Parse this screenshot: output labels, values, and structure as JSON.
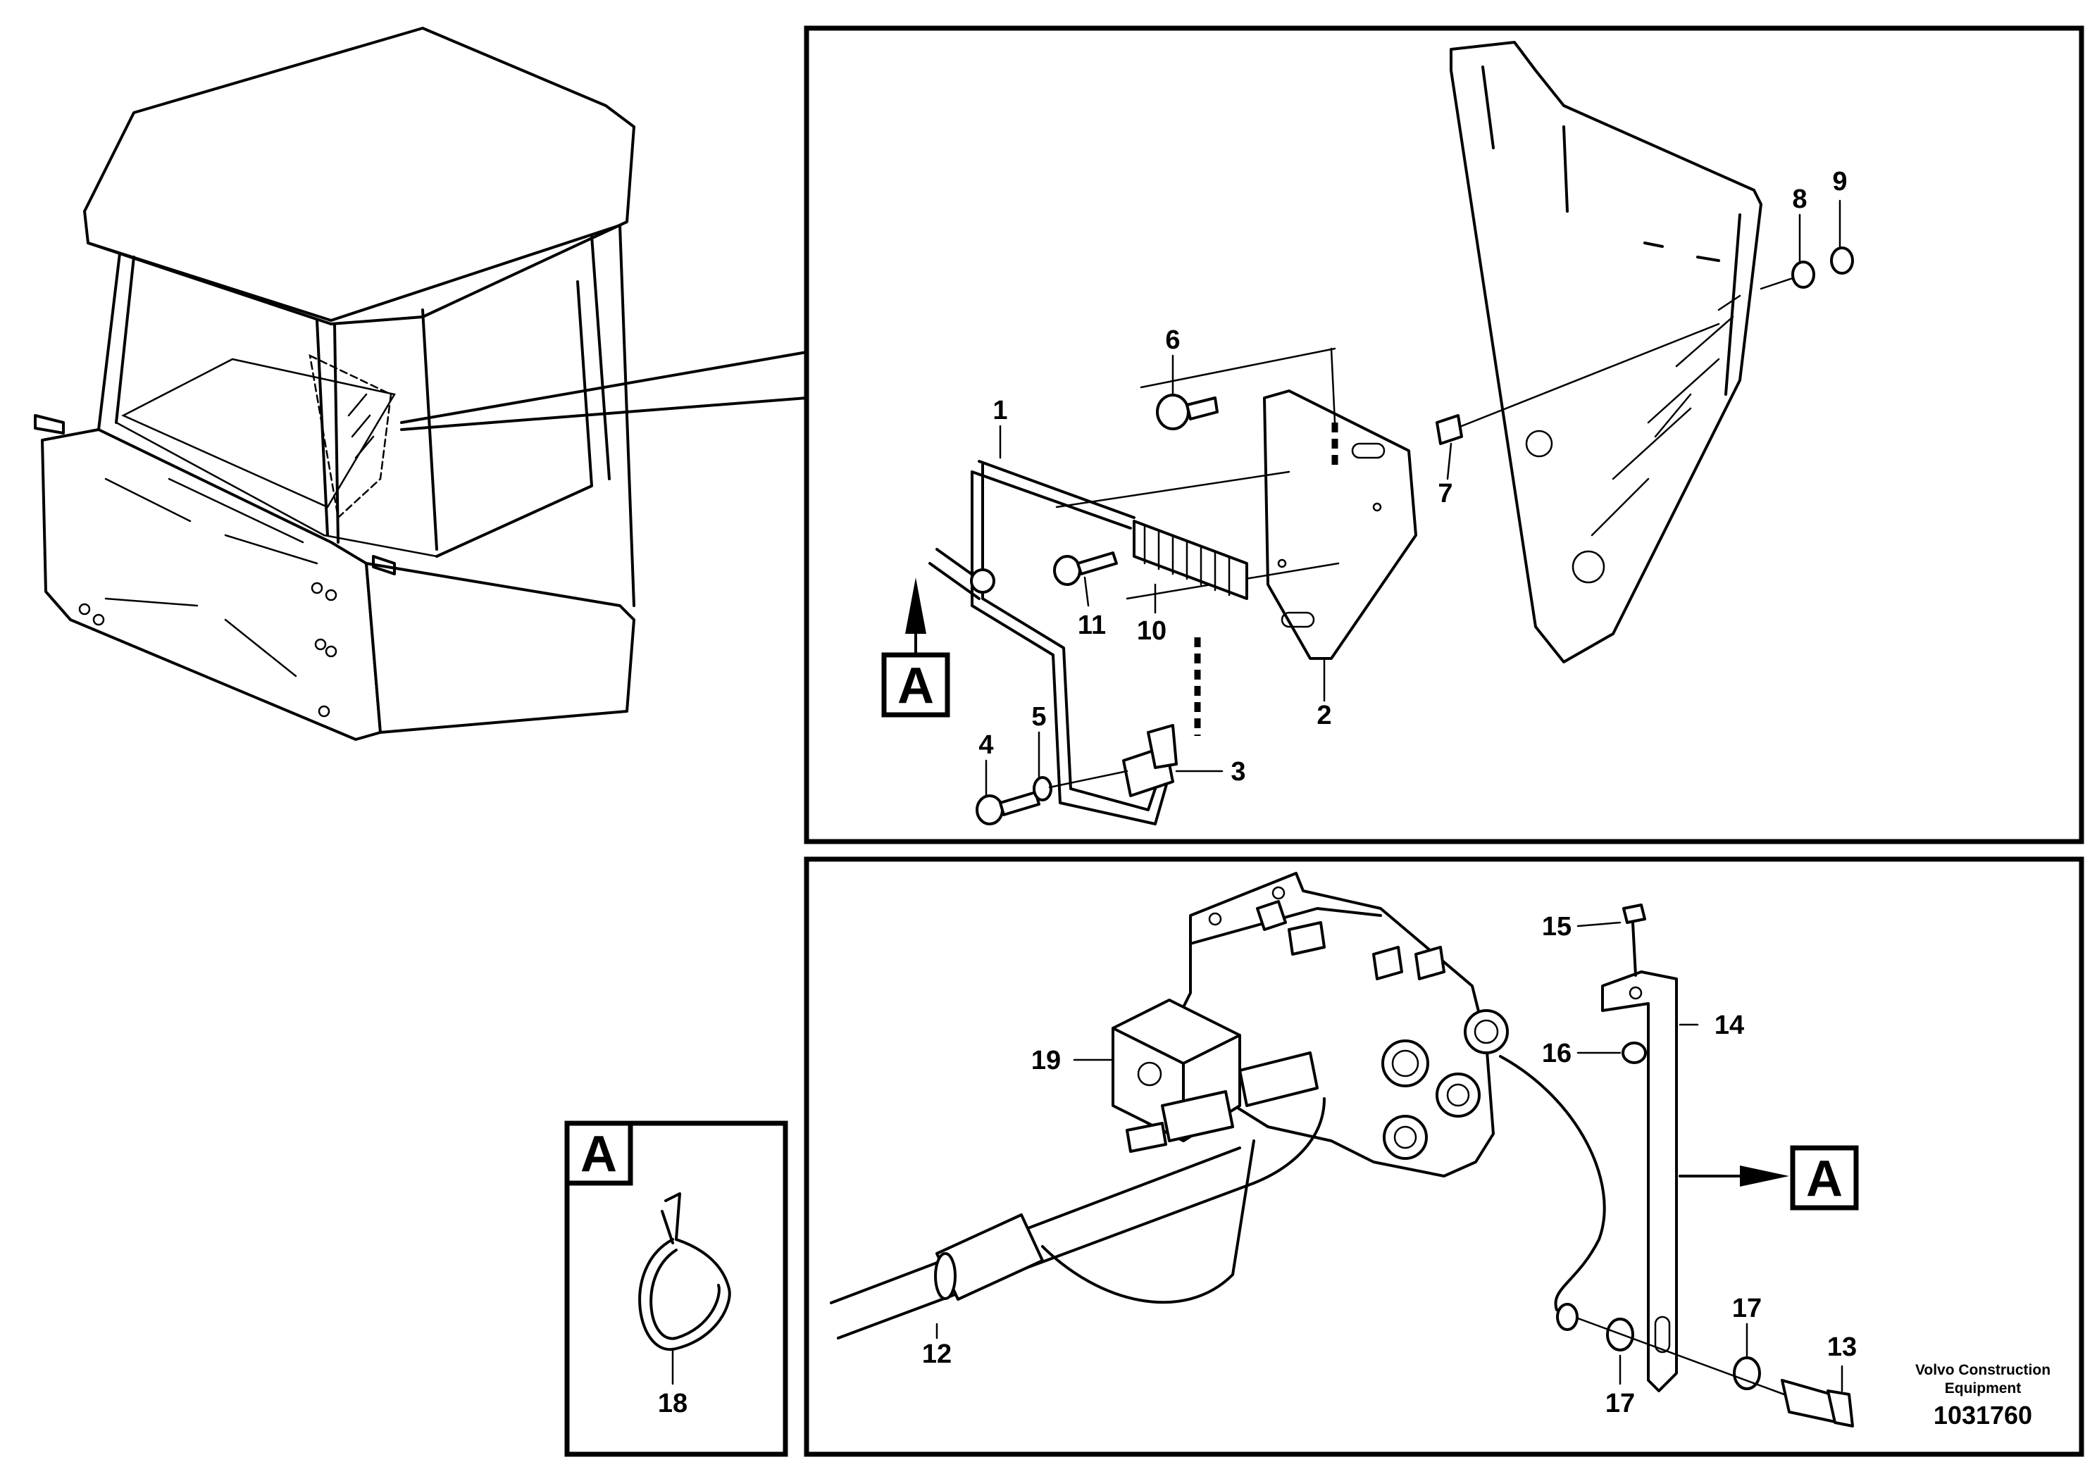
{
  "diagram": {
    "view_label": "A",
    "callouts": [
      "1",
      "2",
      "3",
      "4",
      "5",
      "6",
      "7",
      "8",
      "9",
      "10",
      "11",
      "12",
      "13",
      "14",
      "15",
      "16",
      "17",
      "18",
      "19"
    ],
    "callout_17_second": "17",
    "footer": {
      "brand_line1": "Volvo Construction",
      "brand_line2": "Equipment",
      "drawing_number": "1031760"
    }
  }
}
